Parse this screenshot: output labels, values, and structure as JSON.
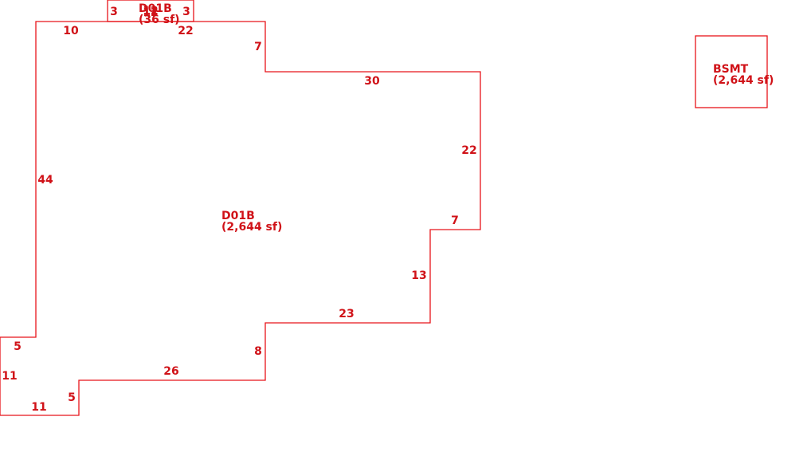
{
  "colors": {
    "line": "#e8141a",
    "text": "#d01218"
  },
  "main_area": {
    "name": "D01B",
    "area": "(2,644 sf)",
    "dimensions": [
      "10",
      "22",
      "7",
      "30",
      "22",
      "7",
      "13",
      "23",
      "8",
      "26",
      "5",
      "11",
      "11",
      "5",
      "44"
    ]
  },
  "small_area": {
    "name": "D01B",
    "area": "(36 sf)",
    "dimensions": [
      "3",
      "3",
      "12",
      "12"
    ]
  },
  "basement": {
    "name": "BSMT",
    "area": "(2,644 sf)"
  }
}
